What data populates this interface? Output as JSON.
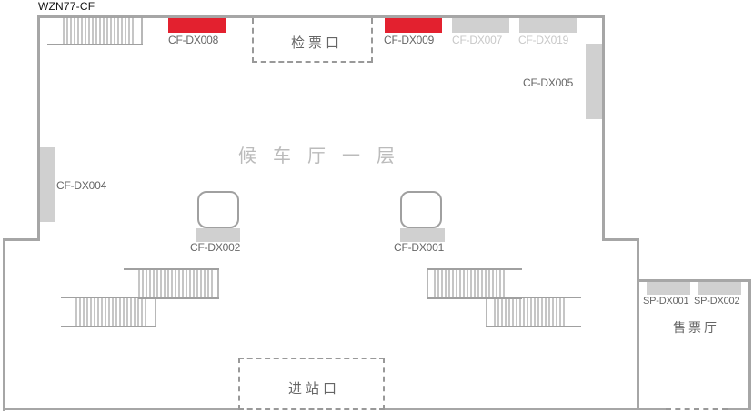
{
  "map": {
    "station_code": "WZN77-CF",
    "hall_name": "候车厅一层",
    "ticket_check": "检票口",
    "entrance": "进站口",
    "ticket_office": "售票厅"
  },
  "colors": {
    "wall": "#a6a6a6",
    "device_normal": "#d0d0d0",
    "device_alarm": "#e3212f",
    "label": "#666666",
    "label_faded": "#c8c8c8"
  },
  "devices": [
    {
      "id": "CF-DX008",
      "status": "alarm"
    },
    {
      "id": "CF-DX009",
      "status": "alarm"
    },
    {
      "id": "CF-DX007",
      "status": "offline"
    },
    {
      "id": "CF-DX019",
      "status": "offline"
    },
    {
      "id": "CF-DX005",
      "status": "normal"
    },
    {
      "id": "CF-DX004",
      "status": "normal"
    },
    {
      "id": "CF-DX002",
      "status": "normal"
    },
    {
      "id": "CF-DX001",
      "status": "normal"
    },
    {
      "id": "SP-DX001",
      "status": "normal"
    },
    {
      "id": "SP-DX002",
      "status": "normal"
    }
  ]
}
